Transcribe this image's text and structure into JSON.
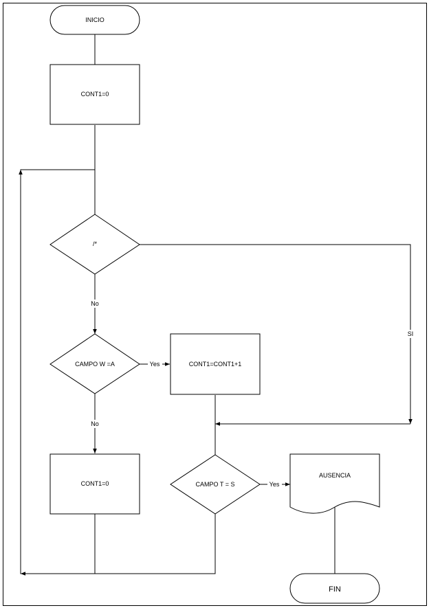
{
  "nodes": {
    "start": "INICIO",
    "init_counter": "CONT1=0",
    "decision_eof": "/*",
    "decision_campo_w": "CAMPO W =A",
    "increment_counter": "CONT1=CONT1+1",
    "reset_counter": "CONT1=0",
    "decision_campo_t": "CAMPO T = S",
    "document_ausencia": "AUSENCIA",
    "end": "FIN"
  },
  "edges": {
    "eof_no": "No",
    "eof_si": "SI",
    "campo_w_yes": "Yes",
    "campo_w_no": "No",
    "campo_t_yes": "Yes"
  }
}
